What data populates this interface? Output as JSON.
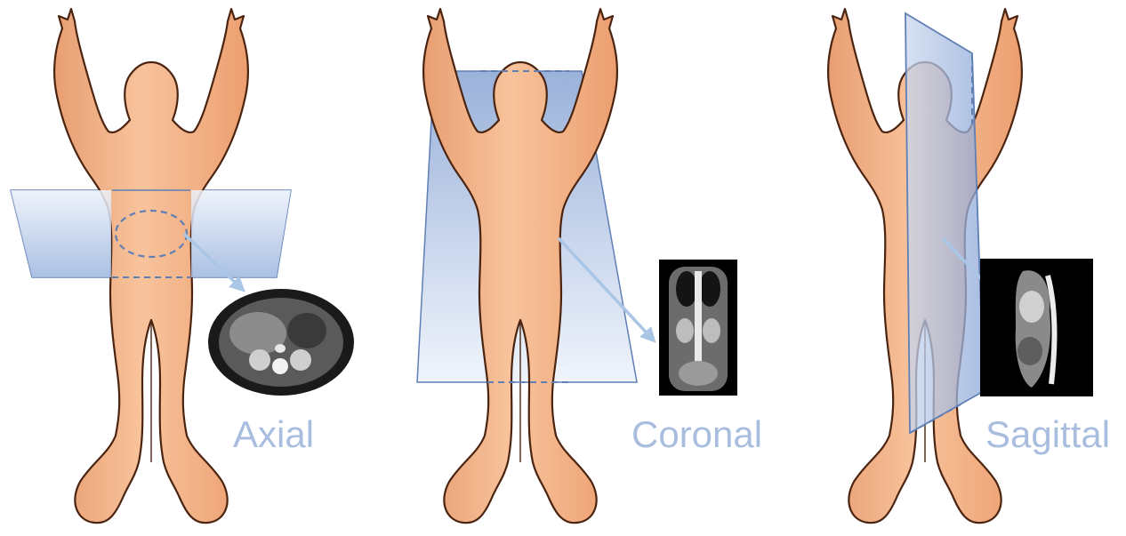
{
  "labels": {
    "axial": "Axial",
    "coronal": "Coronal",
    "sagittal": "Sagittal"
  },
  "colors": {
    "skin": "#f5b48a",
    "skin_outline": "#4a2410",
    "plane_fill": "#b7cbe8",
    "plane_edge": "#5f7fb5",
    "arrow": "#a9c6e6",
    "label": "#a9bedf",
    "scan_background": "#000000"
  },
  "figures": [
    {
      "plane": "axial",
      "scan_icon": "axial-ct-slice-icon"
    },
    {
      "plane": "coronal",
      "scan_icon": "coronal-ct-slice-icon"
    },
    {
      "plane": "sagittal",
      "scan_icon": "sagittal-ct-slice-icon"
    }
  ]
}
